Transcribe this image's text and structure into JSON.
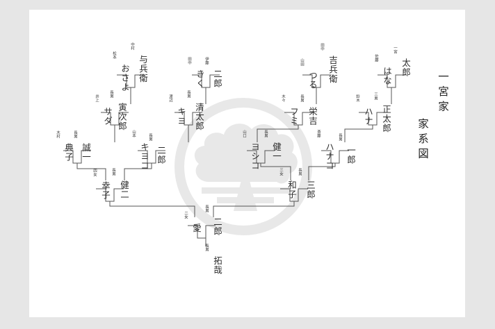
{
  "title": {
    "family": "一宮家",
    "chart": "家系図"
  },
  "crest": {
    "name": "family-crest-watermark",
    "color": "#e8e8e8"
  },
  "people": {
    "kichibei": {
      "name": "吉兵衛",
      "surname": "田中"
    },
    "tsuru": {
      "name": "つる",
      "surname": "山田"
    },
    "eikichi": {
      "name": "栄吉",
      "rel": "長男"
    },
    "fumi": {
      "name": "フミ",
      "surname": "木々"
    },
    "kenichi2": {
      "name": "健一",
      "rel": "長男"
    },
    "yoshiko": {
      "name": "ヨシコ",
      "surname": "山口"
    },
    "taro": {
      "name": "太郎",
      "surname": "一宮"
    },
    "hana1": {
      "name": "はな",
      "surname": "佐藤"
    },
    "shotaro": {
      "name": "正太郎",
      "rel": "三男"
    },
    "hana2": {
      "name": "ハナ",
      "surname": "鈴木"
    },
    "ichiro": {
      "name": "一郎",
      "rel": "長男"
    },
    "hanako": {
      "name": "ハナコ",
      "surname": "斎藤"
    },
    "kazuko": {
      "name": "和子",
      "rel": "三女"
    },
    "saburo": {
      "name": "三郎",
      "rel": "長男"
    },
    "yohei": {
      "name": "与兵衛",
      "surname": "中村"
    },
    "osayo": {
      "name": "おさよ",
      "surname": "松本"
    },
    "torajiro": {
      "name": "寅次郎",
      "rel": "長男"
    },
    "sada": {
      "name": "サダ",
      "surname": "井上"
    },
    "jiro1": {
      "name": "二郎",
      "surname": "伊藤"
    },
    "kiku": {
      "name": "きく",
      "surname": "田中"
    },
    "seitaro": {
      "name": "清太郎",
      "rel": "長男"
    },
    "kiyo": {
      "name": "キヨ",
      "surname": "渡辺"
    },
    "seiichi": {
      "name": "誠一",
      "rel": "長男"
    },
    "noriko": {
      "name": "典子",
      "surname": "木村"
    },
    "jiro2": {
      "name": "二郎",
      "rel": "長男"
    },
    "kiyoko": {
      "name": "キヨコ",
      "surname": "山本"
    },
    "sachiko": {
      "name": "幸子",
      "rel": "四女"
    },
    "kenji": {
      "name": "健二",
      "rel": "長男"
    },
    "jiro3": {
      "name": "二郎",
      "rel": "長男"
    },
    "ai": {
      "name": "愛",
      "rel": "二女"
    },
    "takuya": {
      "name": "拓哉",
      "rel": "長男"
    }
  }
}
